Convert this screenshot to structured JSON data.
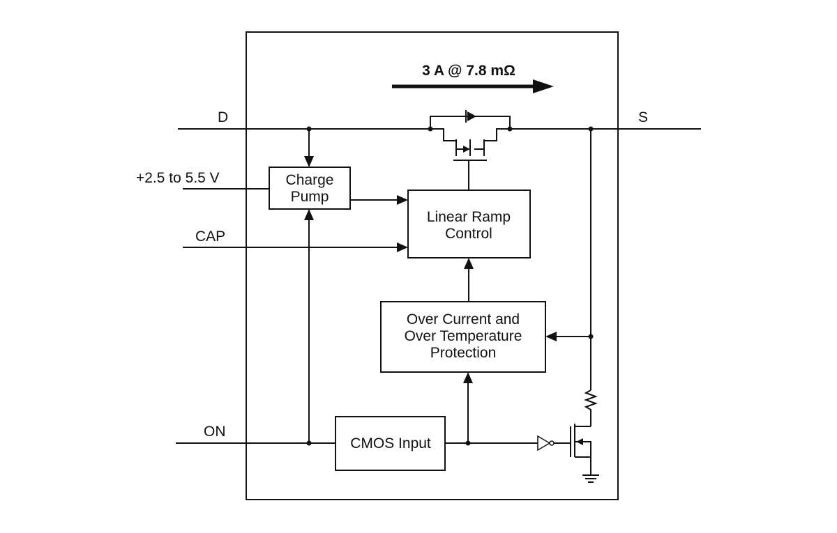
{
  "current_rating": "3 A @ 7.8 mΩ",
  "pins": {
    "drain": "D",
    "source": "S",
    "supply": "+2.5 to 5.5 V",
    "cap": "CAP",
    "on": "ON"
  },
  "blocks": {
    "charge_pump": [
      "Charge",
      "Pump"
    ],
    "linear_ramp": [
      "Linear Ramp",
      "Control"
    ],
    "protection": [
      "Over Current and",
      "Over Temperature",
      "Protection"
    ],
    "cmos_input": "CMOS Input"
  }
}
